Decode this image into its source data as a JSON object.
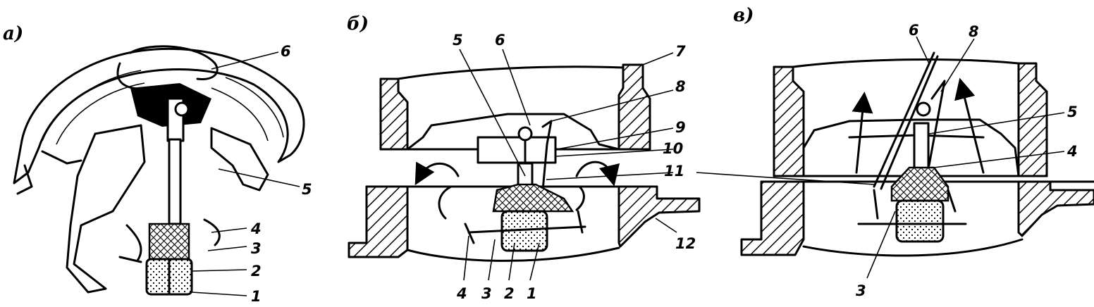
{
  "panels": [
    {
      "id": "a",
      "label": "а)",
      "callouts": [
        "6",
        "5",
        "4",
        "3",
        "2",
        "1"
      ]
    },
    {
      "id": "b",
      "label": "б)",
      "callouts": [
        "5",
        "6",
        "7",
        "8",
        "9",
        "10",
        "11",
        "12",
        "4",
        "3",
        "2",
        "1"
      ]
    },
    {
      "id": "v",
      "label": "в)",
      "callouts": [
        "6",
        "8",
        "5",
        "4",
        "3"
      ]
    }
  ]
}
